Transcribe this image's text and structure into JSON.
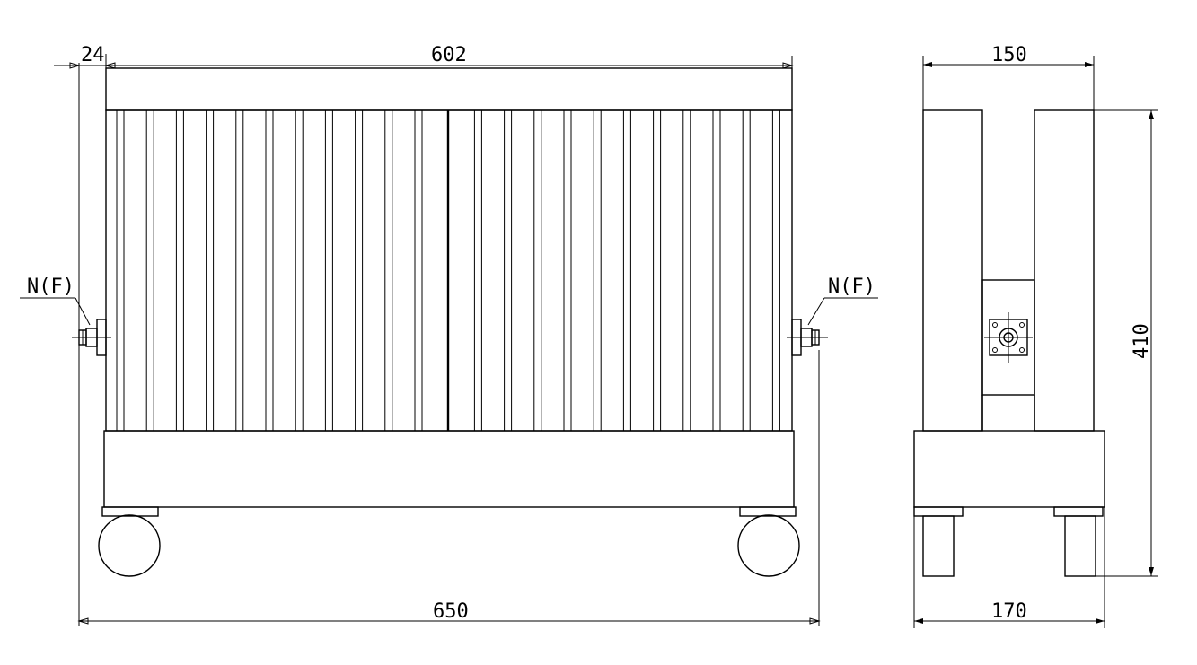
{
  "dimensions": {
    "front_flange_width": "24",
    "front_body_width": "602",
    "front_total_width": "650",
    "side_top_width": "150",
    "side_base_width": "170",
    "side_height": "410"
  },
  "connectors": {
    "left_label": "N(F)",
    "right_label": "N(F)"
  }
}
